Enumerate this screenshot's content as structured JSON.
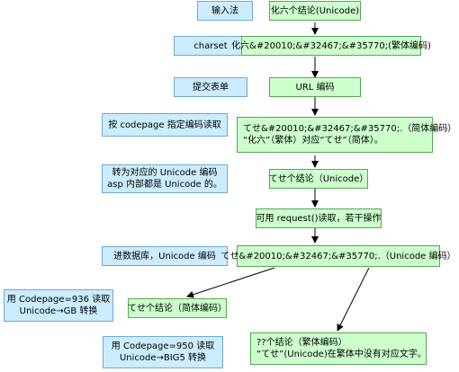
{
  "nodes": {
    "input_method": "输入法",
    "charset": "charset",
    "submit_form": "提交表单",
    "read_by_codepage": "按 codepage 指定编码读取",
    "convert_unicode_1": "转为对应的 Unicode 编码",
    "convert_unicode_2": "asp 内部都是 Unicode 的。",
    "to_database": "进数据库，Unicode 编码",
    "gb_line1": "用 Codepage=936 读取",
    "gb_line2": "Unicode→GB 转换",
    "big5_line1": "用 Codepage=950 读取",
    "big5_line2": "Unicode→BIG5 转换",
    "step1": "化六个结论(Unicode)",
    "step2": "化六&#20010;&#32467;&#35770;(繁体编码)",
    "step3": "URL 编码",
    "step4_line1": "てせ&#20010;&#32467;&#35770;.（简体编码）",
    "step4_line2": "“化六”（繁体）对应“てせ”（简体）。",
    "step5": "てせ个结论（Unicode）",
    "step6": "可用 request()读取，若干操作",
    "step7": "てせ&#20010;&#32467;&#35770;.（Unicode 编码）",
    "result_gb": "てせ个结论（简体编码）",
    "result_big5_line1": "??个结论（繁体编码）",
    "result_big5_line2": "“てせ”(Unicode)在繁体中没有对应文字。"
  },
  "colors": {
    "blue_fill": "#ccecff",
    "green_fill": "#ccffcc",
    "arrow": "#000000"
  }
}
